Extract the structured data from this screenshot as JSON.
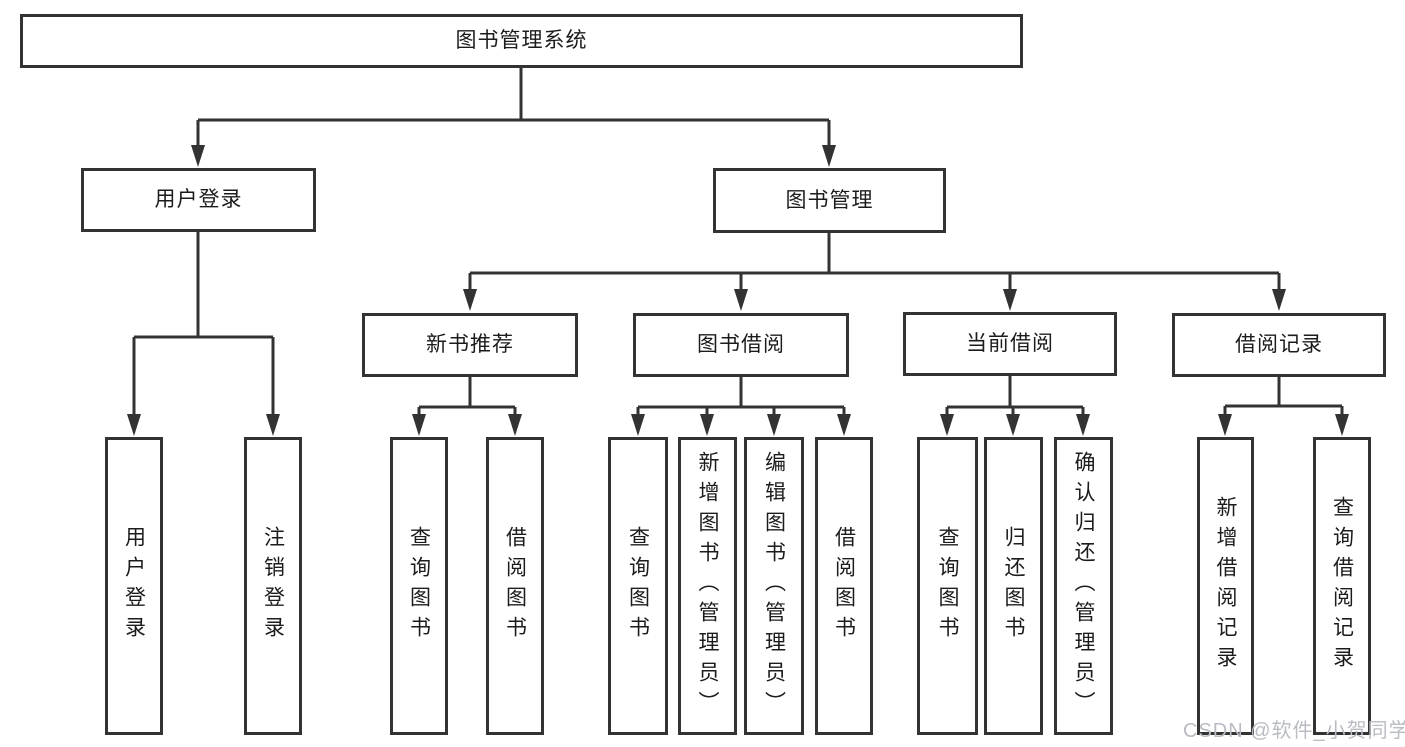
{
  "tree": {
    "root": {
      "label": "图书管理系统",
      "children": [
        {
          "label": "用户登录",
          "children": [
            {
              "label": "用户登录"
            },
            {
              "label": "注销登录"
            }
          ]
        },
        {
          "label": "图书管理",
          "children": [
            {
              "label": "新书推荐",
              "children": [
                {
                  "label": "查询图书"
                },
                {
                  "label": "借阅图书"
                }
              ]
            },
            {
              "label": "图书借阅",
              "children": [
                {
                  "label": "查询图书"
                },
                {
                  "label": "新增图书（管理员）"
                },
                {
                  "label": "编辑图书（管理员）"
                },
                {
                  "label": "借阅图书"
                }
              ]
            },
            {
              "label": "当前借阅",
              "children": [
                {
                  "label": "查询图书"
                },
                {
                  "label": "归还图书"
                },
                {
                  "label": "确认归还（管理员）"
                }
              ]
            },
            {
              "label": "借阅记录",
              "children": [
                {
                  "label": "新增借阅记录"
                },
                {
                  "label": "查询借阅记录"
                }
              ]
            }
          ]
        }
      ]
    }
  },
  "watermark": {
    "text": "CSDN @软件_小贺同学"
  },
  "colors": {
    "line": "#333333",
    "node_border": "#333333",
    "text": "#1c1c1c",
    "watermark": "#b9bcc3",
    "background": "#ffffff"
  }
}
